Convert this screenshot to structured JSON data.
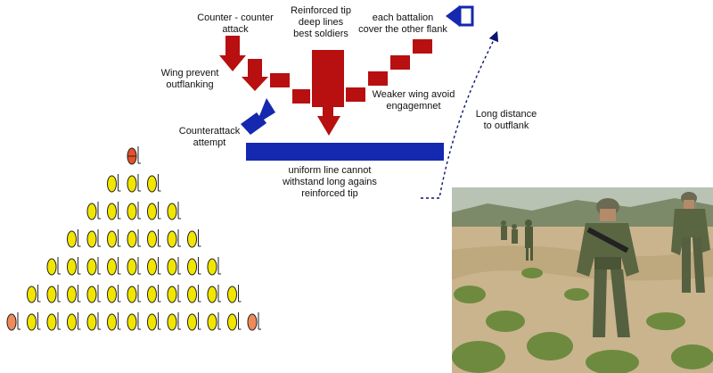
{
  "labels": {
    "counter_counter": "Counter - counter\nattack",
    "reinforced_tip": "Reinforced tip\ndeep lines\nbest soldiers",
    "each_battalion": "each battalion\ncover the other flank",
    "wing_prevent": "Wing prevent\noutflanking",
    "weaker_wing": "Weaker wing avoid\nengagemnet",
    "counterattack": "Counterattack\nattempt",
    "uniform_line": "uniform line cannot\nwithstand long agains\nreinforced tip",
    "long_distance": "Long distance\nto outflank"
  },
  "formation": {
    "rows": [
      1,
      3,
      5,
      7,
      9,
      11,
      13
    ],
    "colors": {
      "soldier": "#f2e600",
      "tip": "#e8502a",
      "corner": "#f08a5a",
      "outline": "#222222"
    }
  },
  "colors": {
    "red_force": "#b80f10",
    "blue_force": "#1428b0",
    "dash_path": "#0a1470"
  },
  "photo": {
    "subject": "soldiers-patrolling-field",
    "colors": {
      "sky": "#b9c3b4",
      "hills": "#7d8a6a",
      "ground": "#c9b48e",
      "vegetation": "#6e8a3e",
      "uniform": "#556040"
    }
  }
}
